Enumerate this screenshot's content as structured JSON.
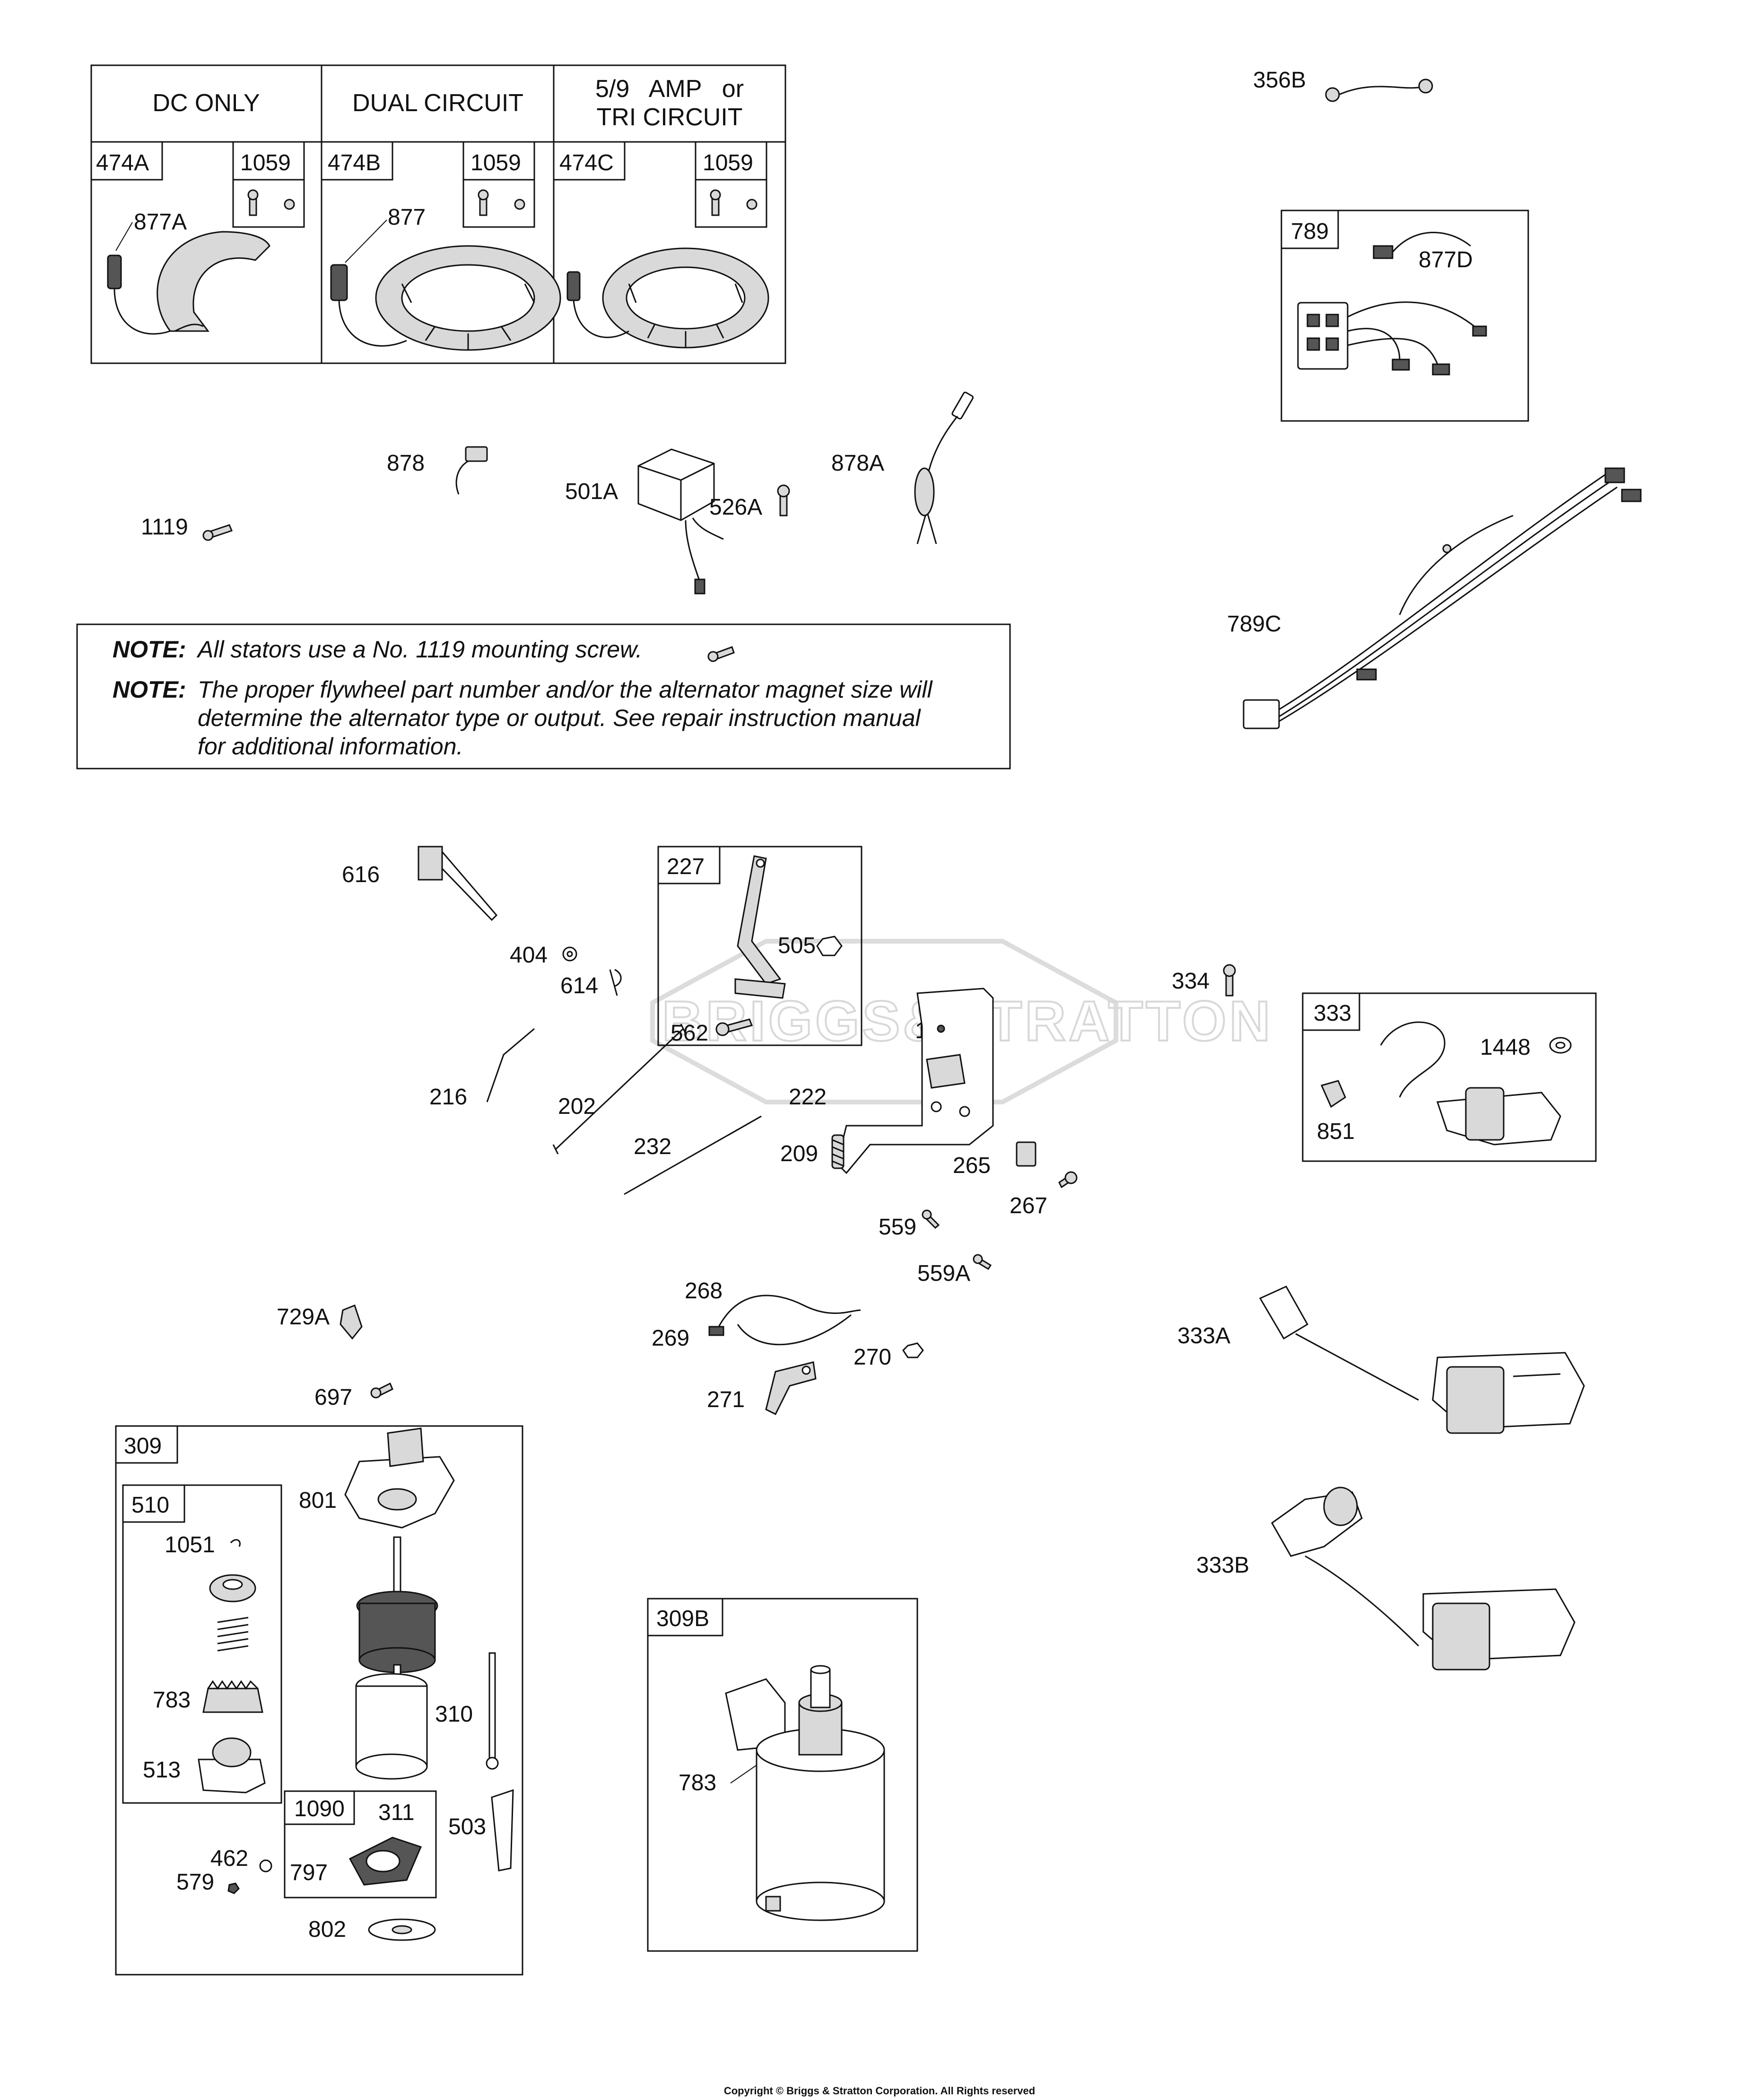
{
  "title": "",
  "alternator_table": {
    "columns": [
      {
        "header": "DC ONLY",
        "stator": "474A",
        "screw_kit": "1059",
        "lead": "877A"
      },
      {
        "header": "DUAL CIRCUIT",
        "stator": "474B",
        "screw_kit": "1059",
        "lead": "877"
      },
      {
        "header_line1": "5/9   AMP   or",
        "header_line2": "TRI CIRCUIT",
        "stator": "474C",
        "screw_kit": "1059"
      }
    ]
  },
  "notes": [
    {
      "label": "NOTE:",
      "text": "All stators use a No. 1119 mounting screw."
    },
    {
      "label": "NOTE:",
      "text_lines": [
        "The proper flywheel part number and/or the alternator magnet size will",
        "determine the alternator type or output. See repair instruction manual",
        "for additional information."
      ]
    }
  ],
  "callouts": {
    "p356B": "356B",
    "p789": "789",
    "p877D": "877D",
    "p789C": "789C",
    "p878": "878",
    "p1119": "1119",
    "p501A": "501A",
    "p526A": "526A",
    "p878A": "878A",
    "p616": "616",
    "p404": "404",
    "p614": "614",
    "p227": "227",
    "p505": "505",
    "p562": "562",
    "p188": "188",
    "p216": "216",
    "p202": "202",
    "p222": "222",
    "p232": "232",
    "p209": "209",
    "p265": "265",
    "p267": "267",
    "p559": "559",
    "p559A": "559A",
    "p268": "268",
    "p269": "269",
    "p270": "270",
    "p271": "271",
    "p729A": "729A",
    "p697": "697",
    "p334": "334",
    "p333": "333",
    "p1448": "1448",
    "p851": "851",
    "p333A": "333A",
    "p333B": "333B",
    "p309": "309",
    "p510": "510",
    "p1051": "1051",
    "p801": "801",
    "p783": "783",
    "p513": "513",
    "p310": "310",
    "p1090": "1090",
    "p311": "311",
    "p797": "797",
    "p503": "503",
    "p462": "462",
    "p579": "579",
    "p802": "802",
    "p309B": "309B",
    "p783b": "783"
  },
  "watermark": "BRIGGS&STRATTON",
  "copyright": "Copyright © Briggs & Stratton Corporation. All Rights reserved"
}
